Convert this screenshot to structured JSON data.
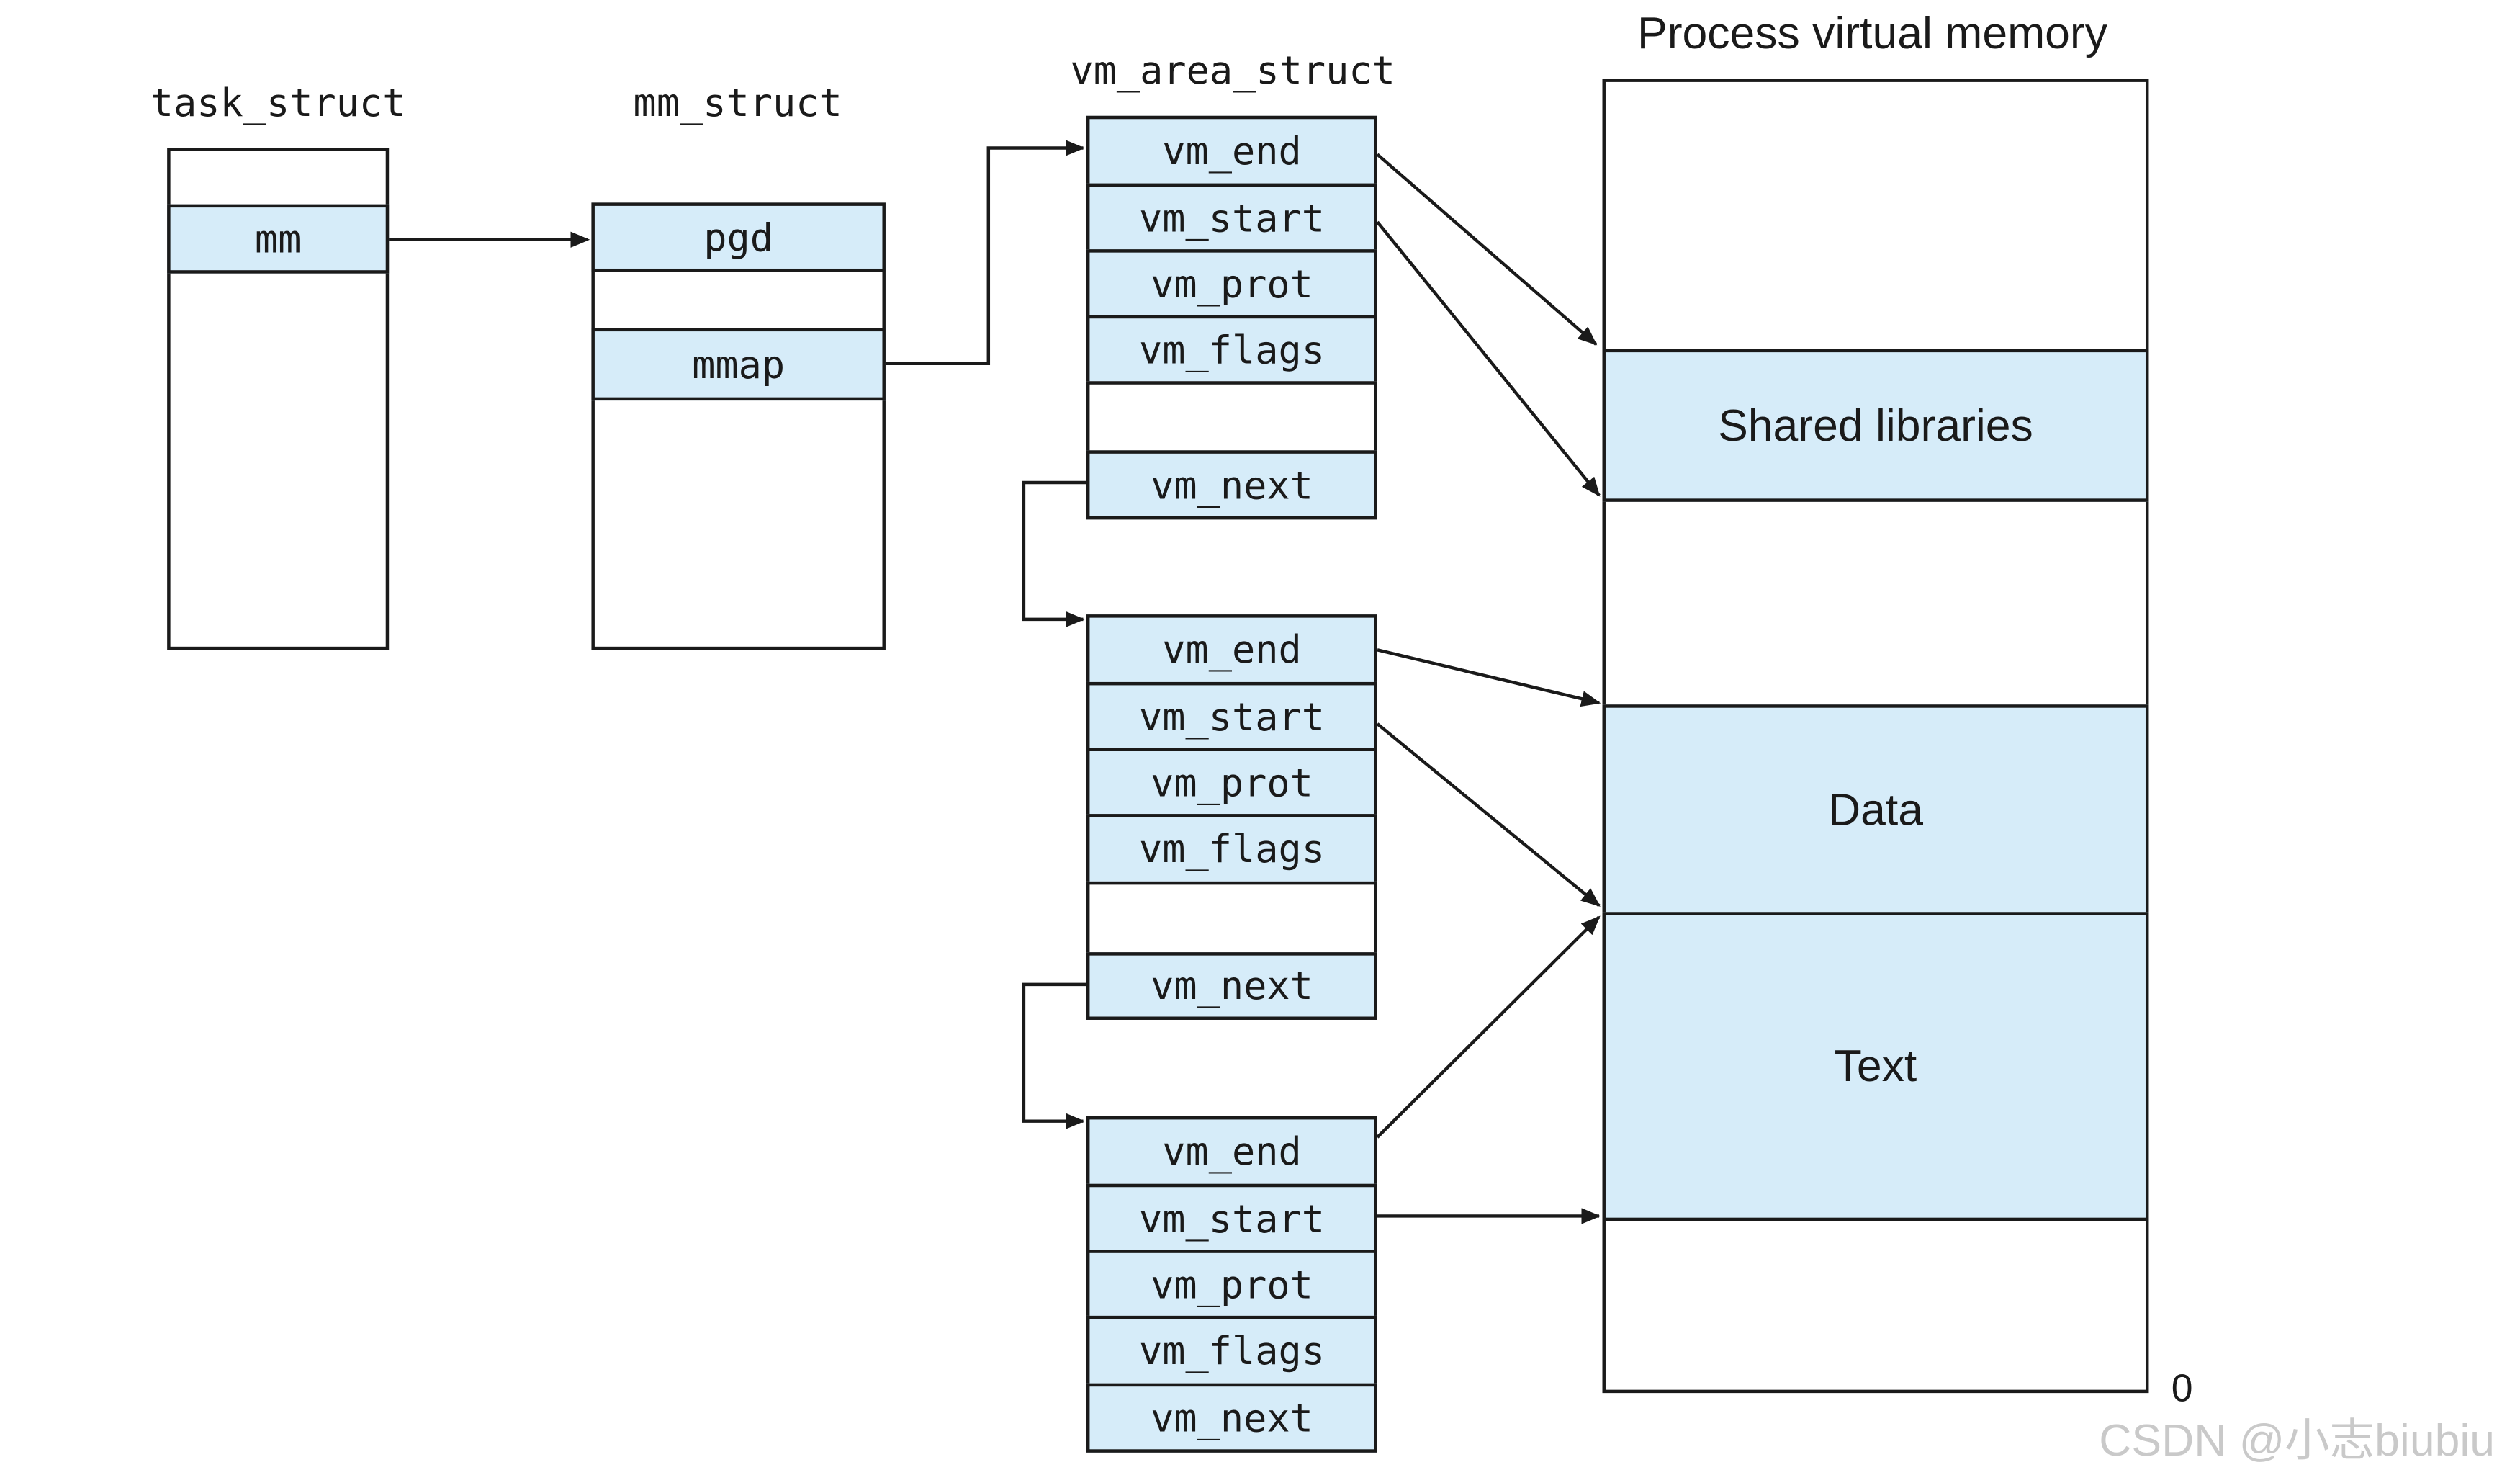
{
  "titles": {
    "task_struct": "task_struct",
    "mm_struct": "mm_struct",
    "vm_area_struct": "vm_area_struct",
    "process_vm": "Process virtual memory"
  },
  "task_struct": {
    "mm": "mm"
  },
  "mm_struct": {
    "pgd": "pgd",
    "mmap": "mmap"
  },
  "vm_areas": [
    {
      "vm_end": "vm_end",
      "vm_start": "vm_start",
      "vm_prot": "vm_prot",
      "vm_flags": "vm_flags",
      "vm_next": "vm_next"
    },
    {
      "vm_end": "vm_end",
      "vm_start": "vm_start",
      "vm_prot": "vm_prot",
      "vm_flags": "vm_flags",
      "vm_next": "vm_next"
    },
    {
      "vm_end": "vm_end",
      "vm_start": "vm_start",
      "vm_prot": "vm_prot",
      "vm_flags": "vm_flags",
      "vm_next": "vm_next"
    }
  ],
  "memory": {
    "shared_libraries": "Shared libraries",
    "data": "Data",
    "text": "Text",
    "zero": "0"
  },
  "watermark": "CSDN @小志biubiu",
  "colors": {
    "cell_fill": "#d6ecf9",
    "line": "#1a1a1a"
  }
}
